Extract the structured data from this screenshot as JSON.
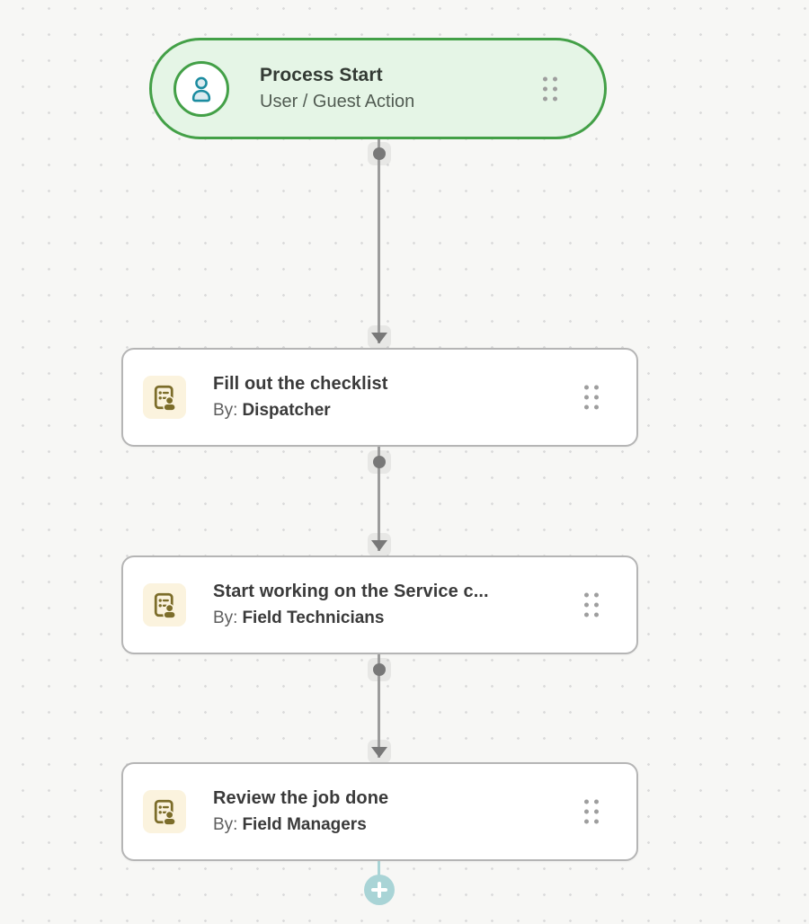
{
  "canvas": {
    "background": "#f7f7f5",
    "grid_dot_color": "#dbdbdb"
  },
  "labels": {
    "by": "By:"
  },
  "colors": {
    "start_accent": "#43a047",
    "start_fill": "#e5f5e6",
    "task_border": "#b5b5b5",
    "task_icon_bg": "#fbf3de",
    "task_icon_color": "#7c6d2a",
    "start_avatar_icon_color": "#1c8ca0",
    "connector": "#9c9c9c",
    "connector_handle": "#787878",
    "add_button": "#a9d4d6"
  },
  "nodes": [
    {
      "kind": "start",
      "title": "Process Start",
      "subtitle": "User / Guest Action",
      "icon": "user-icon"
    },
    {
      "kind": "task",
      "title": "Fill out the checklist",
      "assignee": "Dispatcher",
      "icon": "checklist-person-icon"
    },
    {
      "kind": "task",
      "title": "Start working on the Service c...",
      "assignee": "Field Technicians",
      "icon": "checklist-person-icon"
    },
    {
      "kind": "task",
      "title": "Review the job done",
      "assignee": "Field Managers",
      "icon": "checklist-person-icon"
    }
  ],
  "add_button": {
    "icon": "plus-icon"
  }
}
